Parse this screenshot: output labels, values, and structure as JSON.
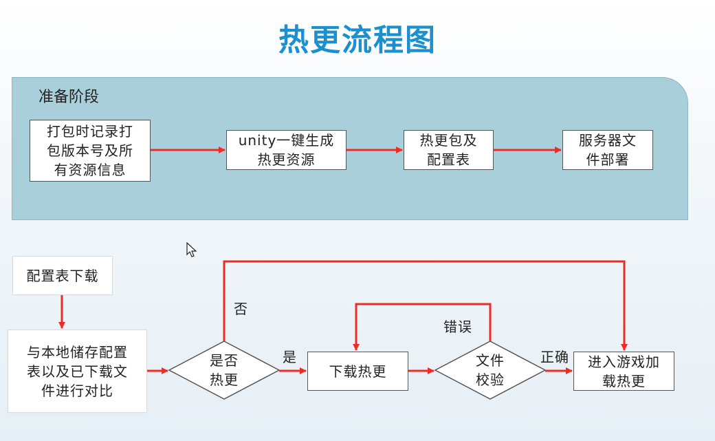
{
  "title": "热更流程图",
  "prep_stage": {
    "title": "准备阶段",
    "steps": [
      "打包时记录打\n包版本号及所\n有资源信息",
      "unity一键生成\n热更资源",
      "热更包及\n配置表",
      "服务器文\n件部署"
    ]
  },
  "flow": {
    "config_download": "配置表下载",
    "compare": "与本地储存配置\n表以及已下载文\n件进行对比",
    "decision_hotupdate": "是否\n热更",
    "download_hotupdate": "下载热更",
    "file_check": "文件\n校验",
    "enter_game": "进入游戏加\n载热更"
  },
  "edge_labels": {
    "no": "否",
    "yes": "是",
    "error": "错误",
    "correct": "正确"
  },
  "colors": {
    "arrow": "#ee2b24",
    "title": "#1c8fcf",
    "panel": "#a9cfda"
  }
}
